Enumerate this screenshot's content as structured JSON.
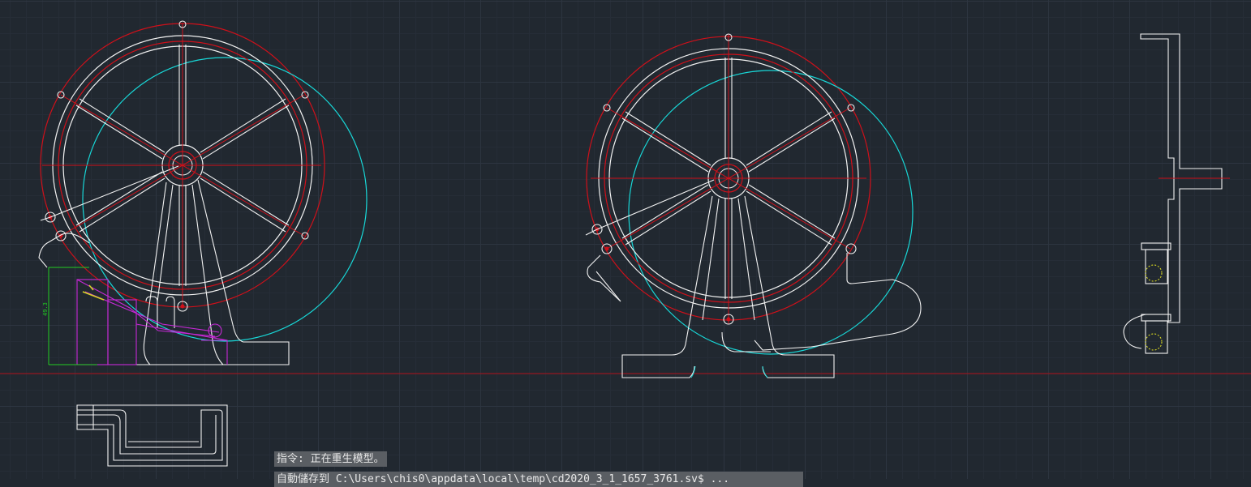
{
  "colors": {
    "background": "#212830",
    "white_lines": "#f2f2f2",
    "red_lines": "#d0101a",
    "cyan_lines": "#18d8d8",
    "magenta_lines": "#c828d8",
    "green_lines": "#22cc22",
    "yellow_lines": "#d8d820",
    "command_bg": "#5a5e63"
  },
  "command_line": {
    "line1": "指令: 正在重生模型。",
    "line2": "自動儲存到 C:\\Users\\chis0\\appdata\\local\\temp\\cd2020_3_1_1657_3761.sv$ ..."
  },
  "dimension_label": "49.3"
}
